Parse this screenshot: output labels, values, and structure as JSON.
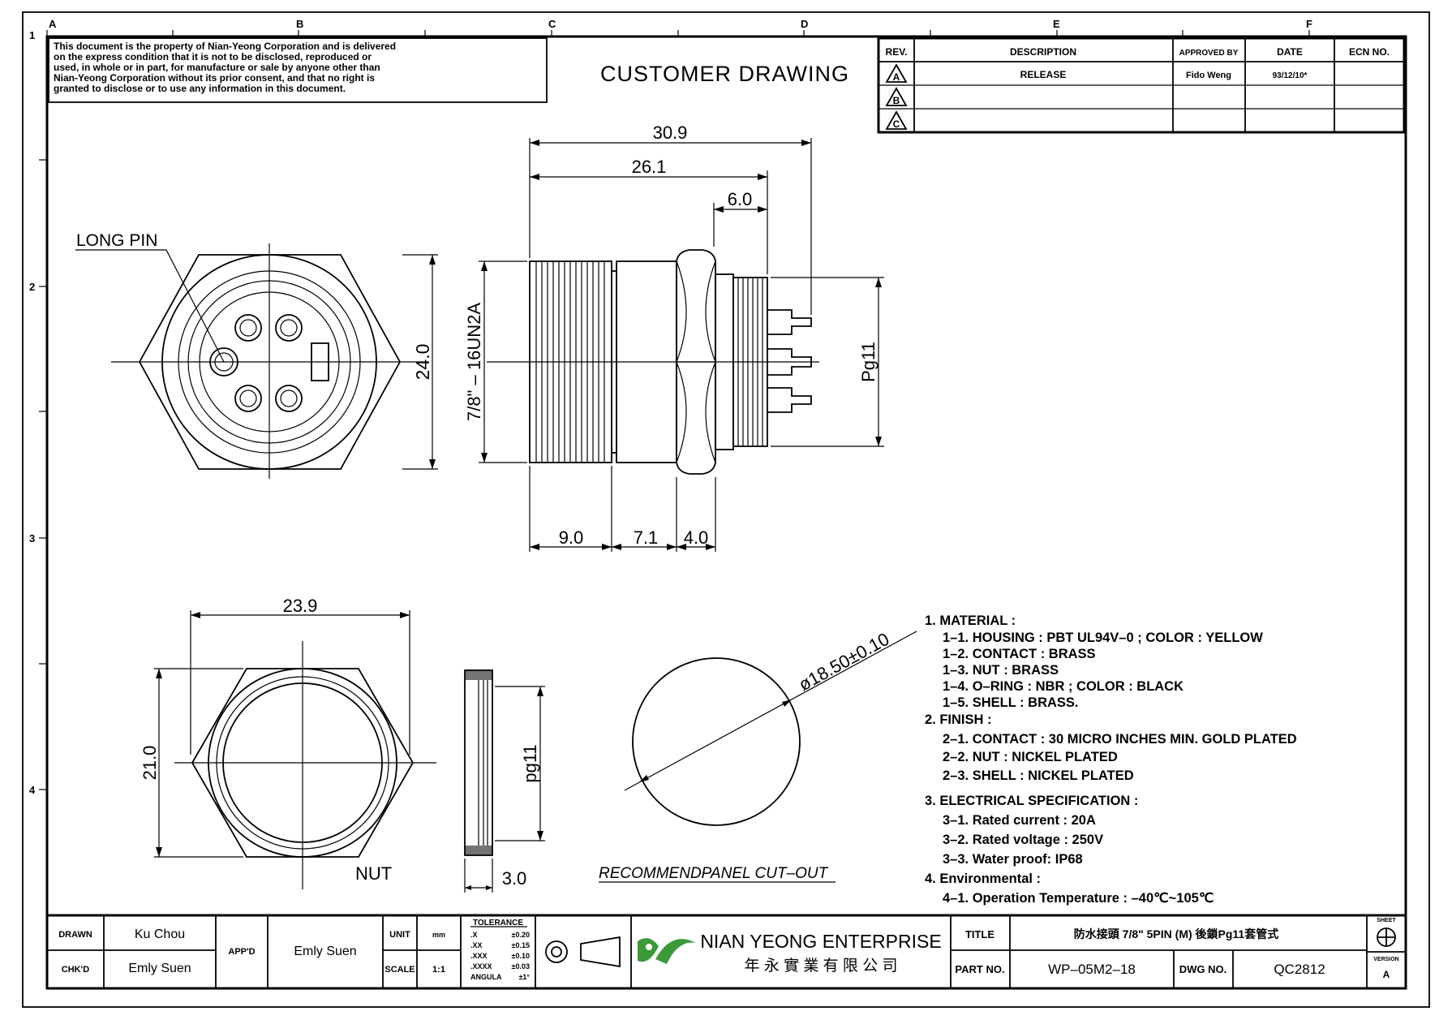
{
  "grid": {
    "columns": [
      "A",
      "B",
      "C",
      "D",
      "E",
      "F"
    ],
    "rows": [
      "1",
      "2",
      "3",
      "4"
    ]
  },
  "notice": [
    "This document is the property of Nian-Yeong Corporation and is delivered",
    "on  the  express condition that it is not to be disclosed, reproduced or",
    "used, in whole or in part, for manufacture or sale by anyone other than",
    "Nian-Yeong Corporation without  its prior consent, and that  no right  is",
    "granted to disclose or to use any information in this  document."
  ],
  "title_text": "CUSTOMER  DRAWING",
  "revision_table": {
    "headers": [
      "REV.",
      "DESCRIPTION",
      "APPROVED BY",
      "DATE",
      "ECN NO."
    ],
    "rows": [
      {
        "rev": "A",
        "description": "RELEASE",
        "approved": "Fido Weng",
        "date": "93/12/10*",
        "ecn": ""
      },
      {
        "rev": "B",
        "description": "",
        "approved": "",
        "date": "",
        "ecn": ""
      },
      {
        "rev": "C",
        "description": "",
        "approved": "",
        "date": "",
        "ecn": ""
      }
    ]
  },
  "dimensions": {
    "overall_length": "30.9",
    "length_26": "26.1",
    "pin_length": "6.0",
    "thread_spec": "7/8\" – 16UN2A",
    "rear_thread": "Pg11",
    "front_thread_len": "9.0",
    "body_len": "7.1",
    "hex_len": "4.0",
    "hex_flats": "24.0",
    "nut_width": "23.9",
    "nut_height": "21.0",
    "nut_thread": "pg11",
    "nut_thickness": "3.0",
    "cutout_dia": "ø18.50±0.10"
  },
  "labels": {
    "long_pin": "LONG  PIN",
    "nut": "NUT",
    "cutout": "RECOMMENDPANEL  CUT–OUT"
  },
  "spec": [
    "1.  MATERIAL  :",
    "1–1.  HOUSING  :  PBT  UL94V–0  ;  COLOR  :  YELLOW",
    "1–2.  CONTACT  :  BRASS",
    "1–3.  NUT  :  BRASS",
    "1–4.  O–RING  :  NBR  ;  COLOR  :  BLACK",
    "1–5.  SHELL  :  BRASS.",
    "2.  FINISH  :",
    "2–1.  CONTACT  :  30  MICRO  INCHES  MIN.  GOLD  PLATED",
    "2–2.  NUT  :  NICKEL  PLATED",
    "2–3.  SHELL  :  NICKEL  PLATED",
    "3.  ELECTRICAL  SPECIFICATION  :",
    "3–1.  Rated  current  :  20A",
    "3–2.  Rated  voltage  :  250V",
    "3–3.  Water  proof:  IP68",
    "4.  Environmental  :",
    "4–1.  Operation  Temperature  :  –40℃~105℃"
  ],
  "title_block": {
    "drawn_label": "DRAWN",
    "drawn_value": "Ku Chou",
    "chkd_label": "CHK'D",
    "chkd_value": "Emly Suen",
    "appd_label": "APP'D",
    "appd_value": "Emly Suen",
    "unit_label": "UNIT",
    "unit_value": "mm",
    "scale_label": "SCALE",
    "scale_value": "1:1",
    "tolerance_title": "TOLERANCE",
    "tolerances": [
      {
        "k": ".X",
        "v": "±0.20"
      },
      {
        "k": ".XX",
        "v": "±0.15"
      },
      {
        "k": ".XXX",
        "v": "±0.10"
      },
      {
        "k": ".XXXX",
        "v": "±0.03"
      },
      {
        "k": "ANGULA",
        "v": "±1°"
      }
    ],
    "company_name": "NIAN YEONG ENTERPRISE",
    "company_cn": "年 永 實 業 有 限 公 司",
    "title_label": "TITLE",
    "title_value": "防水接頭 7/8\"  5PIN  (M)  後鎖Pg11套管式",
    "part_label": "PART NO.",
    "part_value": "WP–05M2–18",
    "dwg_label": "DWG NO.",
    "dwg_value": "QC2812",
    "sheet_label": "SHEET",
    "version_label": "VERSION",
    "version_value": "A"
  },
  "colors": {
    "ink": "#000000",
    "logo_green": "#3a9a3a",
    "paper": "#ffffff"
  }
}
